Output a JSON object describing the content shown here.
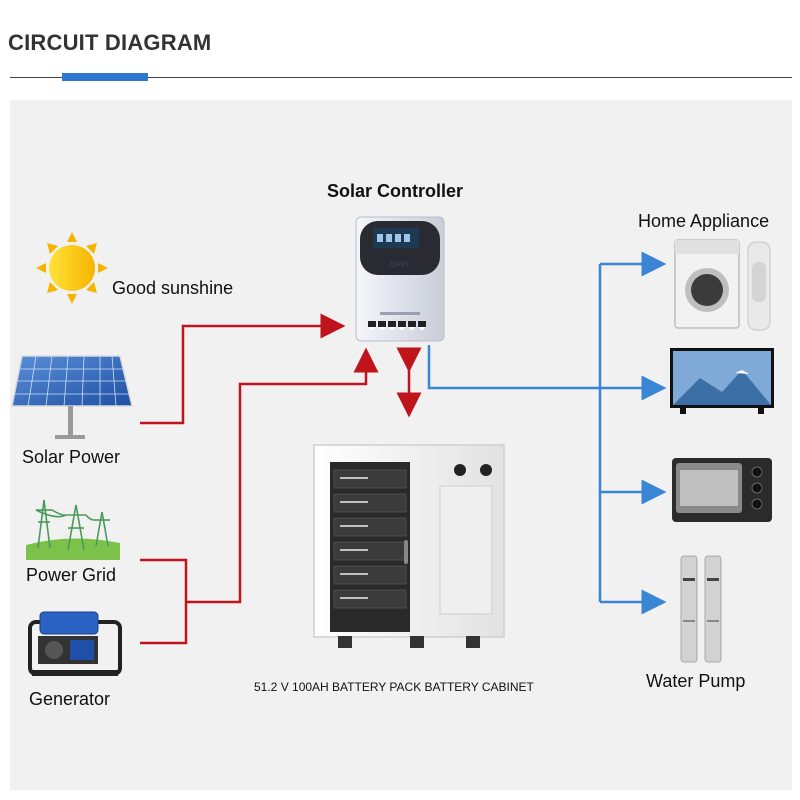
{
  "header": {
    "title": "CIRCUIT DIAGRAM"
  },
  "controller": {
    "label": "Solar Controller",
    "badge": "MPPT"
  },
  "sources": {
    "sunshine": "Good sunshine",
    "solar": "Solar Power",
    "grid": "Power Grid",
    "generator": "Generator"
  },
  "loads": {
    "home": "Home Appliance",
    "pump": "Water Pump"
  },
  "battery": {
    "label": "51.2 V 100AH BATTERY PACK BATTERY CABINET"
  },
  "colors": {
    "accent": "#2f76d2",
    "input_line": "#c0141c",
    "output_line": "#3a86d4"
  }
}
